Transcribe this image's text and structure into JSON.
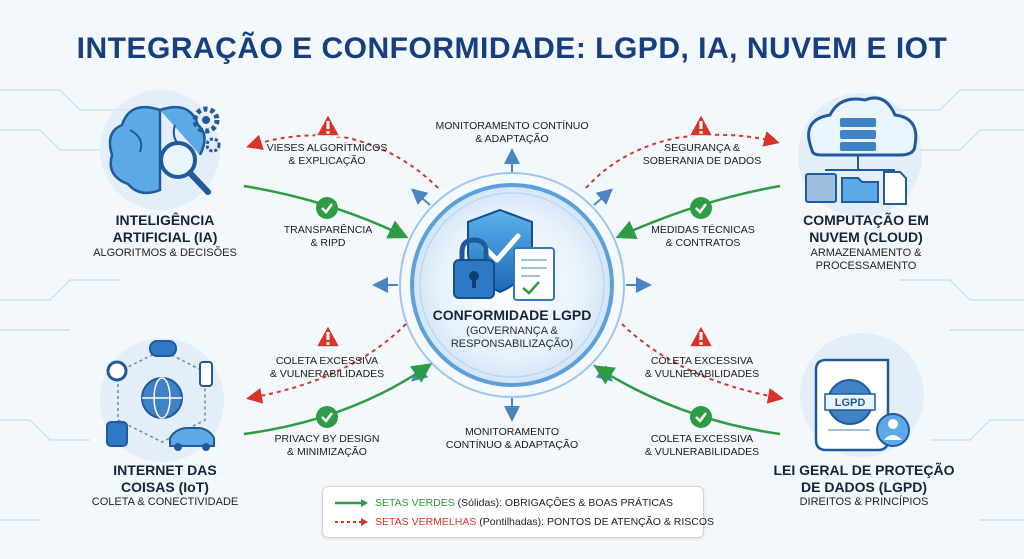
{
  "title": "INTEGRAÇÃO E CONFORMIDADE: LGPD, IA, NUVEM E IOT",
  "center": {
    "title": "CONFORMIDADE LGPD",
    "subtitle": "(GOVERNANÇA &\nRESPONSABILIZAÇÃO)"
  },
  "nodes": {
    "ia": {
      "title": "INTELIGÊNCIA\nARTIFICIAL (IA)",
      "subtitle": "ALGORITMOS & DECISÕES"
    },
    "cloud": {
      "title": "COMPUTAÇÃO EM\nNUVEM (CLOUD)",
      "subtitle": "ARMAZENAMENTO &\nPROCESSAMENTO"
    },
    "iot": {
      "title": "INTERNET DAS\nCOISAS (IoT)",
      "subtitle": "COLETA & CONECTIVIDADE"
    },
    "lgpd": {
      "title": "LEI GERAL DE PROTEÇÃO\nDE DADOS (LGPD)",
      "subtitle": "DIREITOS & PRINCÍPIOS",
      "badge": "LGPD"
    }
  },
  "labels": {
    "ia_risk": "VIESES ALGORÍTMICOS\n& EXPLICAÇÃO",
    "ia_good": "TRANSPARÊNCIA\n& RIPD",
    "monitor_top": "MONITORAMENTO CONTÍNUO\n& ADAPTAÇÃO",
    "cloud_risk": "SEGURANÇA &\nSOBERANIA DE DADOS",
    "cloud_good": "MEDIDAS TÉCNICAS\n& CONTRATOS",
    "iot_risk": "COLETA EXCESSIVA\n& VULNERABILIDADES",
    "iot_good": "PRIVACY BY DESIGN\n& MINIMIZAÇÃO",
    "monitor_bottom": "MONITORAMENTO\nCONTÍNUO & ADAPTAÇÃO",
    "lgpd_risk": "COLETA EXCESSIVA\n& VULNERABILIDADES",
    "lgpd_good": "COLETA EXCESSIVA\n& VULNERABILIDADES"
  },
  "legend": {
    "green_key": "SETAS VERDES",
    "green_rest": " (Sólidas): OBRIGAÇÕES & BOAS PRÁTICAS",
    "red_key": "SETAS VERMELHAS",
    "red_rest": " (Pontilhadas): PONTOS DE ATENÇÃO & RISCOS"
  },
  "colors": {
    "green": "#2e9b45",
    "red": "#d9342b",
    "blue": "#3f82c6",
    "navy": "#163e80"
  }
}
